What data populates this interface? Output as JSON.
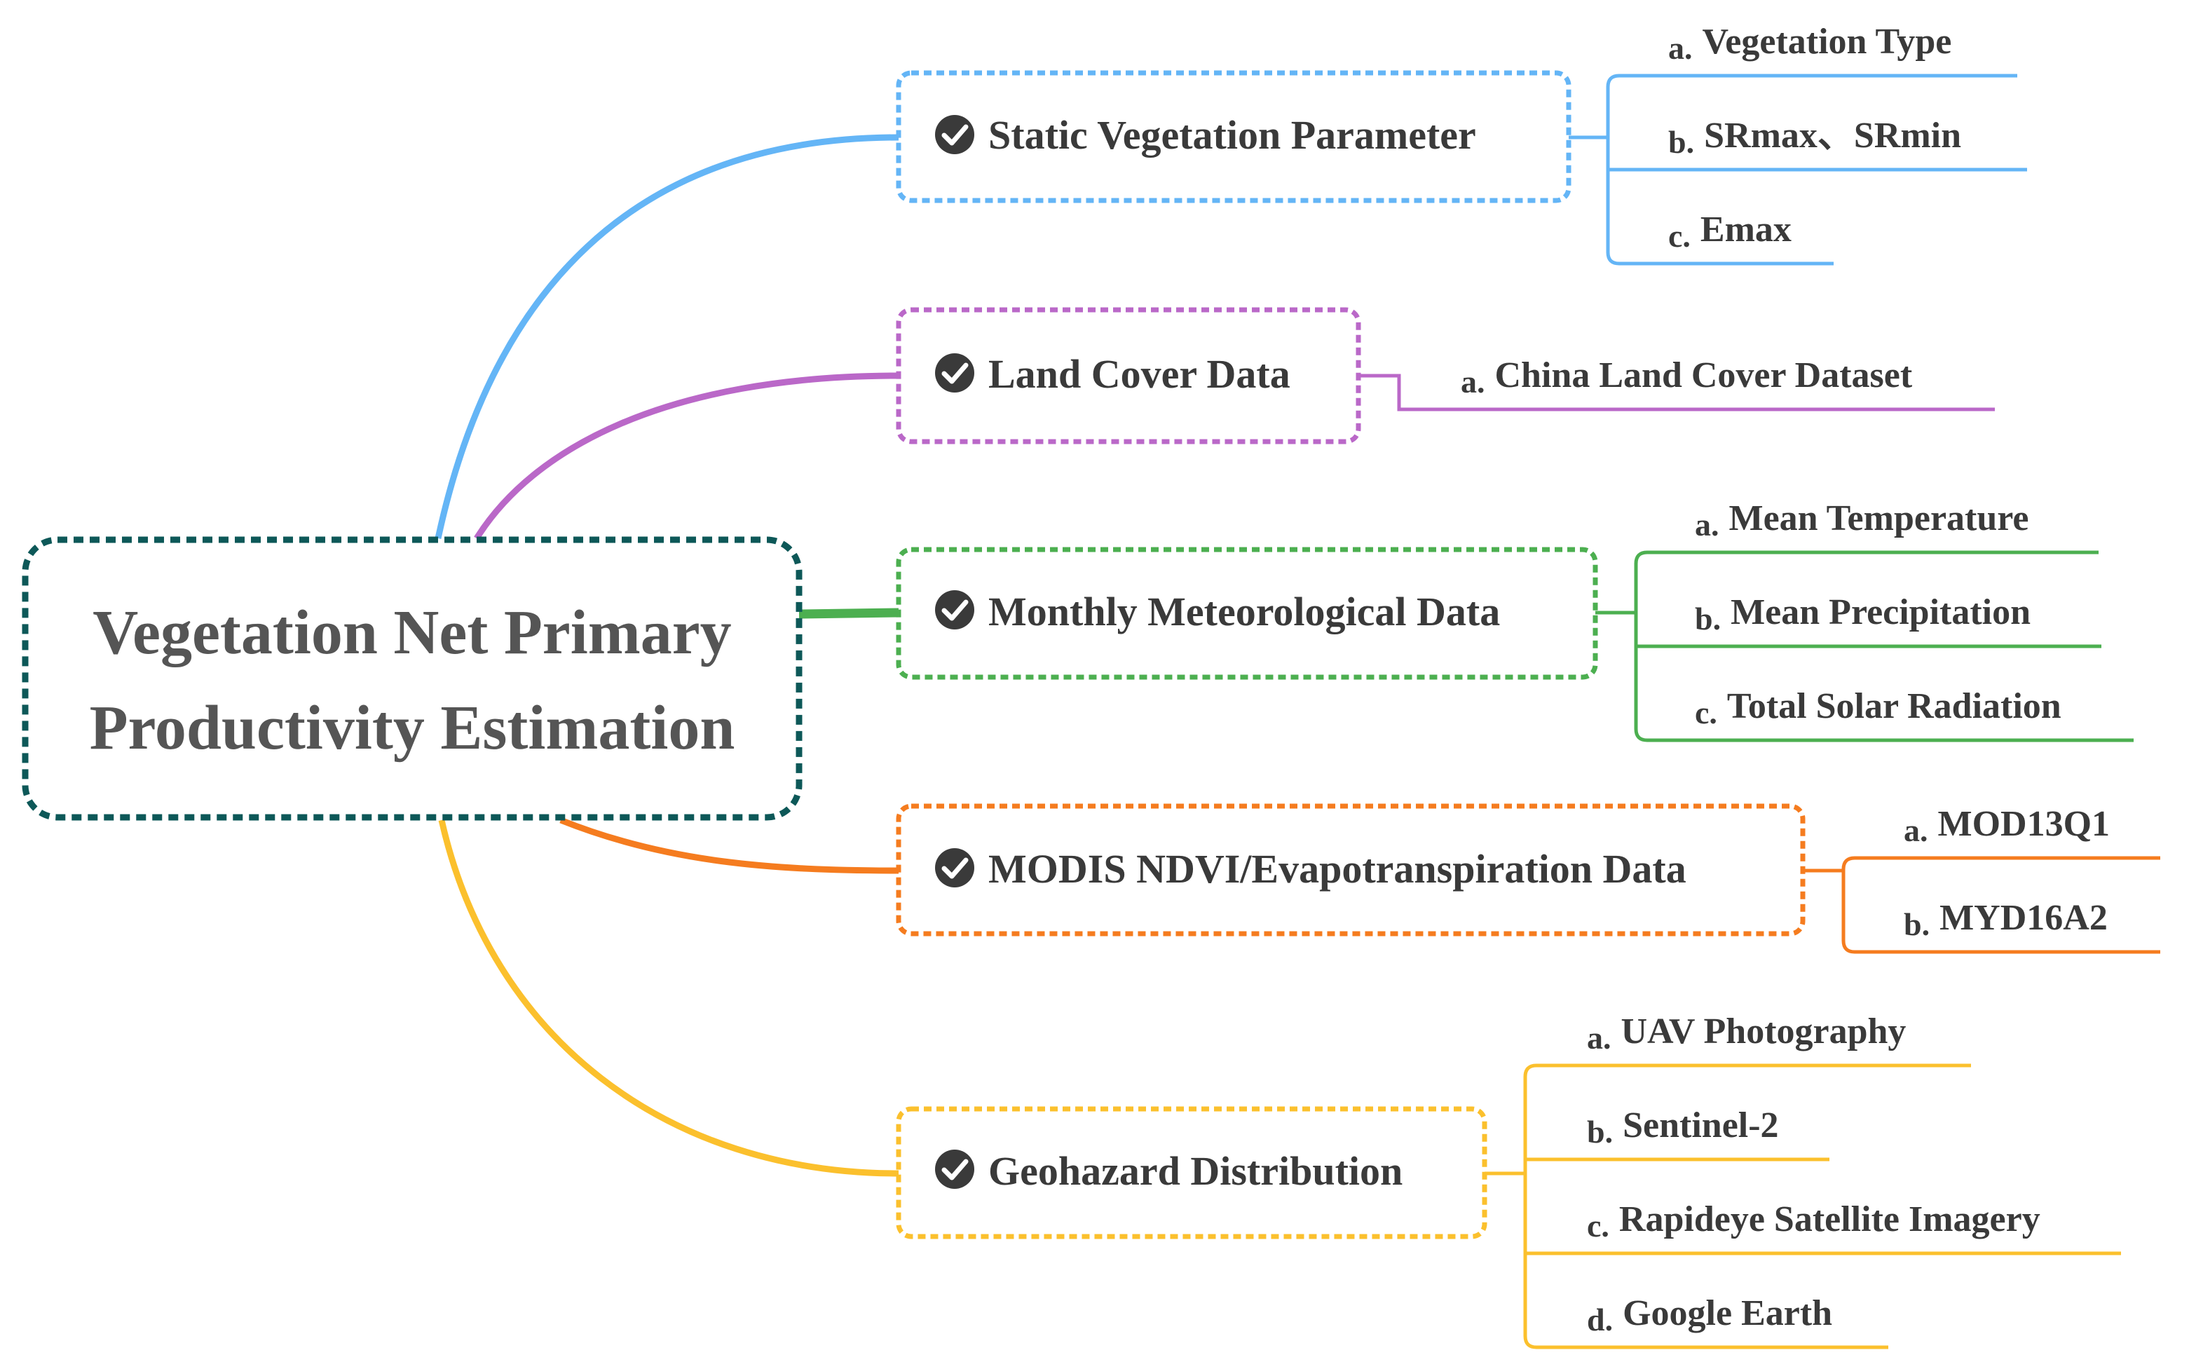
{
  "root": {
    "line1": "Vegetation Net Primary",
    "line2": "Productivity Estimation",
    "border_color": "#0d5858",
    "text_color": "#555555"
  },
  "branches": [
    {
      "title": "Static Vegetation Parameter",
      "icon": "check-circle-icon",
      "color": "#64b5f6",
      "leaves": [
        {
          "prefix": "a.",
          "text": "Vegetation Type"
        },
        {
          "prefix": "b.",
          "text": "SRmax、SRmin"
        },
        {
          "prefix": "c.",
          "text": "Emax"
        }
      ]
    },
    {
      "title": "Land Cover Data",
      "icon": "check-circle-icon",
      "color": "#ba68c8",
      "leaves": [
        {
          "prefix": "a.",
          "text": "China Land Cover Dataset"
        }
      ]
    },
    {
      "title": "Monthly Meteorological Data",
      "icon": "check-circle-icon",
      "color": "#4caf50",
      "leaves": [
        {
          "prefix": "a.",
          "text": "Mean Temperature"
        },
        {
          "prefix": "b.",
          "text": "Mean Precipitation"
        },
        {
          "prefix": "c.",
          "text": "Total Solar Radiation"
        }
      ]
    },
    {
      "title": "MODIS NDVI/Evapotranspiration Data",
      "icon": "check-circle-icon",
      "color": "#f57c1f",
      "leaves": [
        {
          "prefix": "a.",
          "text": "MOD13Q1"
        },
        {
          "prefix": "b.",
          "text": "MYD16A2"
        }
      ]
    },
    {
      "title": "Geohazard Distribution",
      "icon": "check-circle-icon",
      "color": "#fbc02d",
      "leaves": [
        {
          "prefix": "a.",
          "text": "UAV Photography"
        },
        {
          "prefix": "b.",
          "text": "Sentinel-2"
        },
        {
          "prefix": "c.",
          "text": "Rapideye Satellite Imagery"
        },
        {
          "prefix": "d.",
          "text": "Google Earth"
        }
      ]
    }
  ],
  "text_color": "#3a3a3a"
}
